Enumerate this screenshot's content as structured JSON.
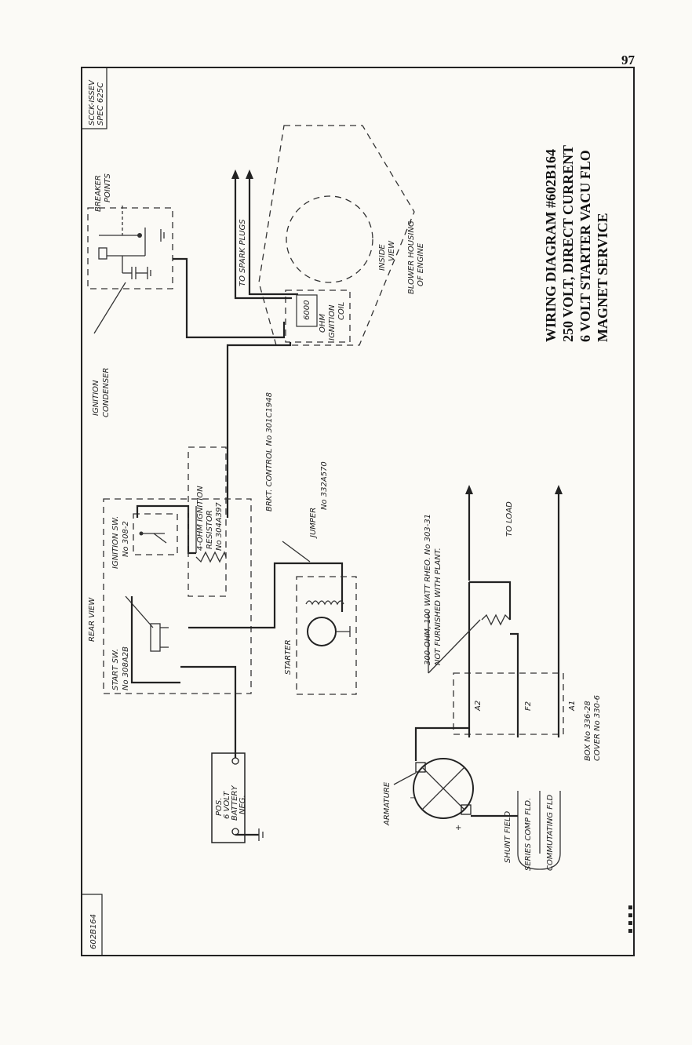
{
  "page_number": "97",
  "title_lines": [
    "WIRING DIAGRAM #602B164",
    "250 VOLT, DIRECT CURRENT",
    "6 VOLT STARTER    VACU FLO",
    "MAGNET SERVICE"
  ],
  "corner_ref": [
    "SCCK-ISSEV",
    "SPEC 625C"
  ],
  "drawing_number": "602B164",
  "labels": {
    "breaker_points": [
      "BREAKER",
      "POINTS"
    ],
    "spark_plugs": "TO SPARK PLUGS",
    "ignition_condenser": [
      "IGNITION",
      "CONDENSER"
    ],
    "inside_view": [
      "INSIDE",
      "VIEW"
    ],
    "blower_housing": [
      "BLOWER HOUSING",
      "OF ENGINE"
    ],
    "ignition_coil": [
      "6000",
      "OHM",
      "IGNITION",
      "COIL"
    ],
    "bracket_control": "BRKT. CONTROL No 301C1948",
    "jumper": [
      "JUMPER",
      "No 332A570"
    ],
    "resistor": [
      "4-OHM IGNITION",
      "RESISTOR",
      "No 304A397"
    ],
    "ignition_sw": [
      "IGNITION SW.",
      "No 308-2"
    ],
    "start_sw": [
      "START SW.",
      "No 308A2B"
    ],
    "rear_view": "REAR VIEW",
    "starter": "STARTER",
    "battery": [
      "POS.",
      "6 VOLT",
      "BATTERY",
      "NEG."
    ],
    "rheostat": [
      "300-OHM, 100 WATT RHEO. No 303-31",
      "NOT FURNISHED WITH PLANT."
    ],
    "to_load": "TO LOAD",
    "armature": "ARMATURE",
    "box": [
      "BOX No 336-28",
      "COVER No 330-6"
    ],
    "terminal_a2": "A2",
    "terminal_f2": "F2",
    "terminal_a1": "A1",
    "shunt_field": "SHUNT FIELD",
    "series_comp_fld": "SERIES COMP FLD.",
    "commutating_fld": "COMMUTATING FLD"
  }
}
